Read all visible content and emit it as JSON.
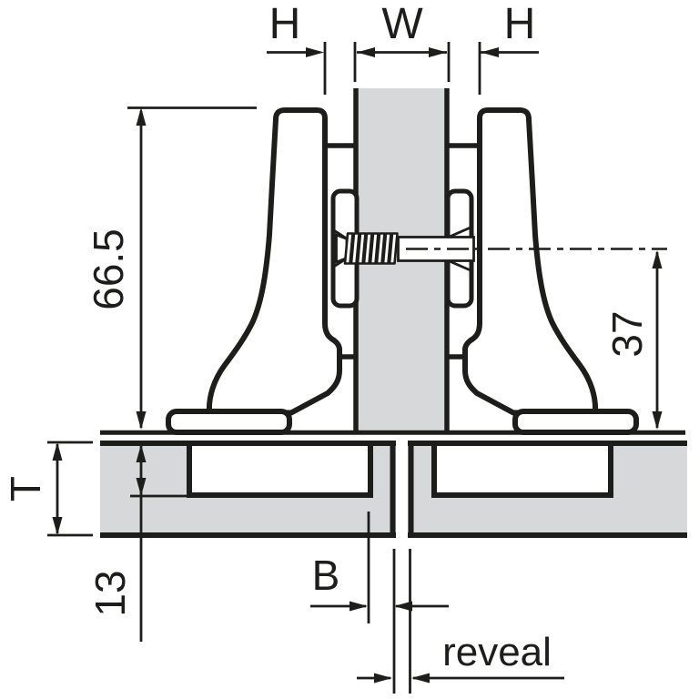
{
  "diagram": {
    "title": "concealed-hinge-twin-application-cross-section",
    "dimension_labels": {
      "plate_distance_left": "H",
      "partition_width": "W",
      "plate_distance_right": "H",
      "hinge_height": "66.5",
      "axis_depth": "37",
      "door_thickness": "T",
      "cup_drilling_depth": "13",
      "cup_distance": "B",
      "reveal": "reveal"
    },
    "colors": {
      "line": "#1d1d1b",
      "panel_fill": "#d6d8d9",
      "background": "#ffffff"
    }
  }
}
